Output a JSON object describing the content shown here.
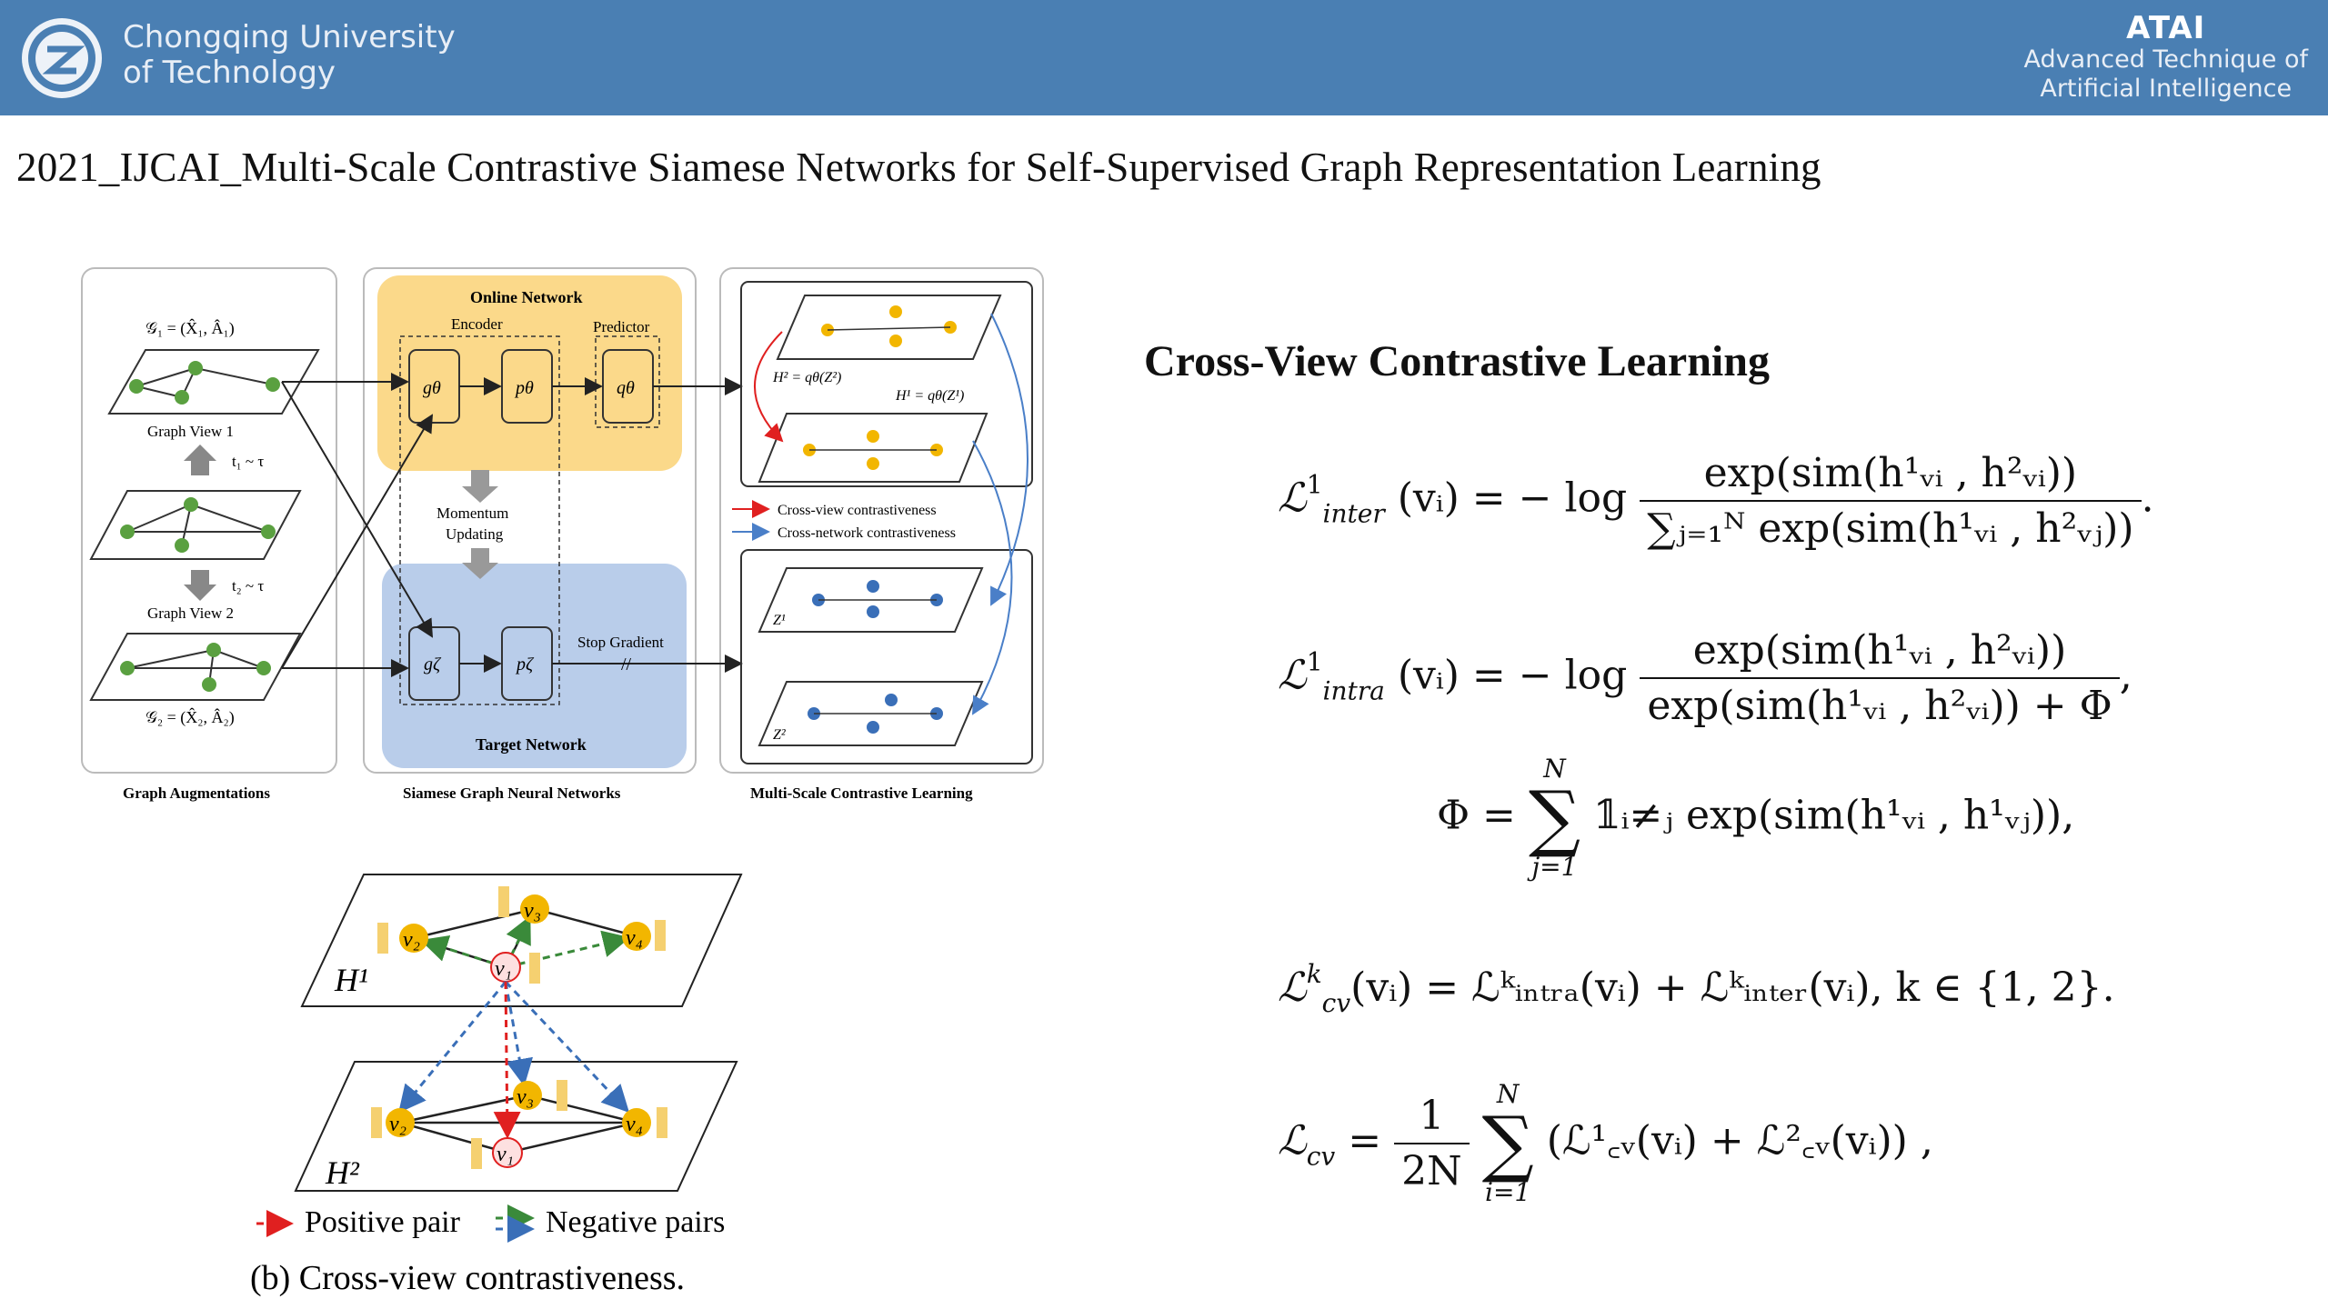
{
  "header": {
    "university_line1": "Chongqing University",
    "university_line2": "of Technology",
    "lab_abbr": "ATAI",
    "lab_line1": "Advanced Technique of",
    "lab_line2": "Artificial  Intelligence",
    "accent": "#4a7fb3"
  },
  "slide_title": "2021_IJCAI_Multi-Scale Contrastive Siamese Networks for Self-Supervised Graph Representation Learning",
  "figure1": {
    "panel_labels": [
      "Graph Augmentations",
      "Siamese Graph Neural Networks",
      "Multi-Scale Contrastive Learning"
    ],
    "g1": "𝒢₁ = (X̂₁, Â₁)",
    "g2": "𝒢₂ = (X̂₂, Â₂)",
    "view1": "Graph View 1",
    "view2": "Graph View 2",
    "t1": "t₁ ~ τ",
    "t2": "t₂ ~ τ",
    "online_network": "Online Network",
    "encoder": "Encoder",
    "predictor": "Predictor",
    "g_theta": "gθ",
    "p_theta": "pθ",
    "q_theta": "qθ",
    "g_zeta": "gζ",
    "p_zeta": "pζ",
    "momentum": "Momentum",
    "updating": "Updating",
    "stop_gradient": "Stop Gradient",
    "target_network": "Target Network",
    "h2_label": "H² = qθ(Z²)",
    "h1_label": "H¹ = qθ(Z¹)",
    "legend_cross_view": "Cross-view contrastiveness",
    "legend_cross_network": "Cross-network contrastiveness",
    "z1": "Z¹",
    "z2": "Z²",
    "online_color": "#fbd98a",
    "target_color": "#b9cdea"
  },
  "figure2": {
    "h1": "H¹",
    "h2": "H²",
    "nodes": [
      "v₁",
      "v₂",
      "v₃",
      "v₄"
    ],
    "legend_positive": "Positive pair",
    "legend_negative": "Negative pairs",
    "caption": "(b) Cross-view contrastiveness.",
    "positive_color": "#e02020",
    "negative_color_1": "#3a6fb8",
    "negative_color_2": "#3a8a3a"
  },
  "section_heading": "Cross-View Contrastive Learning",
  "equations": {
    "inter_lhs": "ℒ",
    "inter_sup": "1",
    "inter_sub": "inter",
    "inter_arg": "(vᵢ) = − log",
    "inter_num": "exp(sim(h¹ᵥᵢ , h²ᵥᵢ))",
    "inter_den": "∑ⱼ₌₁ᴺ exp(sim(h¹ᵥᵢ , h²ᵥⱼ))",
    "inter_tail": ".",
    "intra_lhs": "ℒ",
    "intra_sup": "1",
    "intra_sub": "intra",
    "intra_arg": "(vᵢ) = − log",
    "intra_num": "exp(sim(h¹ᵥᵢ , h²ᵥᵢ))",
    "intra_den": "exp(sim(h¹ᵥᵢ , h²ᵥᵢ)) + Φ",
    "intra_tail": ",",
    "phi_lhs": "Φ =",
    "phi_sum_top": "N",
    "phi_sum_bottom": "j=1",
    "phi_body": "𝟙ᵢ≠ⱼ exp(sim(h¹ᵥᵢ , h¹ᵥⱼ)),",
    "cv_lhs": "ℒ",
    "cv_sup": "k",
    "cv_sub": "cv",
    "cv_body": "(vᵢ) = ℒᵏᵢₙₜᵣₐ(vᵢ) + ℒᵏᵢₙₜₑᵣ(vᵢ),   k ∈ {1, 2}.",
    "total_lhs": "ℒ",
    "total_sub": "cv",
    "total_eq": "=",
    "total_num": "1",
    "total_den": "2N",
    "total_sum_top": "N",
    "total_sum_bottom": "i=1",
    "total_body": "(ℒ¹꜀ᵥ(vᵢ) + ℒ²꜀ᵥ(vᵢ)) ,"
  }
}
